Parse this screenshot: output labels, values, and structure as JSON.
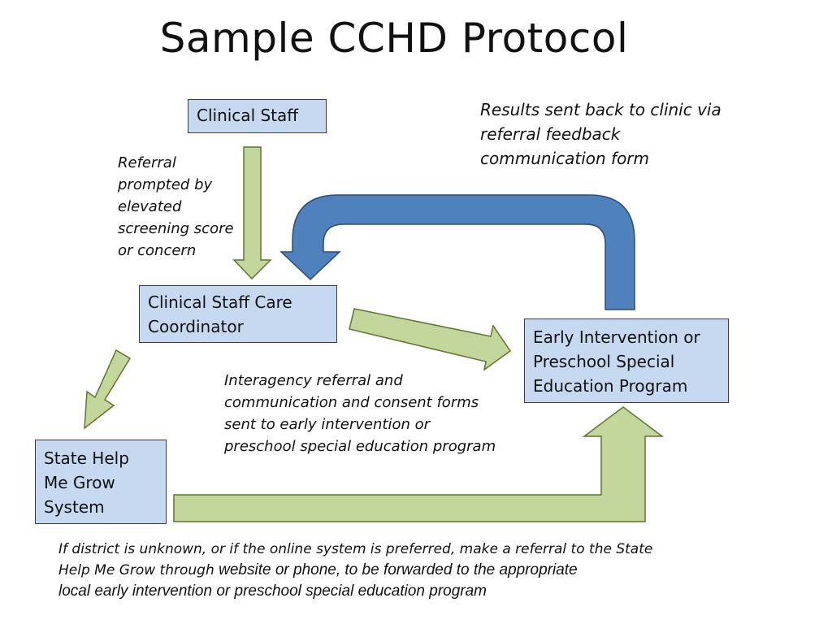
{
  "title": "Sample CCHD Protocol",
  "boxes": {
    "clinical_staff": {
      "lines": [
        "Clinical Staff"
      ]
    },
    "care_coordinator": {
      "lines": [
        "Clinical Staff Care",
        "Coordinator"
      ]
    },
    "early_intervention": {
      "lines": [
        "Early Intervention or",
        "Preschool Special",
        "Education Program"
      ]
    },
    "state_hmg": {
      "lines": [
        "State Help",
        "Me Grow",
        "System"
      ]
    }
  },
  "notes": {
    "referral_prompt": {
      "lines": [
        "Referral",
        "prompted by",
        "elevated",
        "screening score",
        "or concern"
      ]
    },
    "results_sent_back": {
      "lines": [
        "Results sent back to clinic via",
        "referral feedback",
        "communication form"
      ]
    },
    "interagency": {
      "lines": [
        "Interagency referral and",
        "communication and consent forms",
        "sent to early intervention or",
        "preschool special education program"
      ]
    },
    "district_unknown": {
      "line1": "If district is unknown, or if the online system is preferred, make a referral to the State",
      "line2_italic": "Help Me Grow through ",
      "line2_plain": "website or phone, to be forwarded to the appropriate",
      "line3": "local early intervention  or preschool special education program"
    }
  },
  "colors": {
    "box_fill": "#c6d9f1",
    "green_arrow": "#c3d69b",
    "blue_arrow": "#4f81bd"
  }
}
